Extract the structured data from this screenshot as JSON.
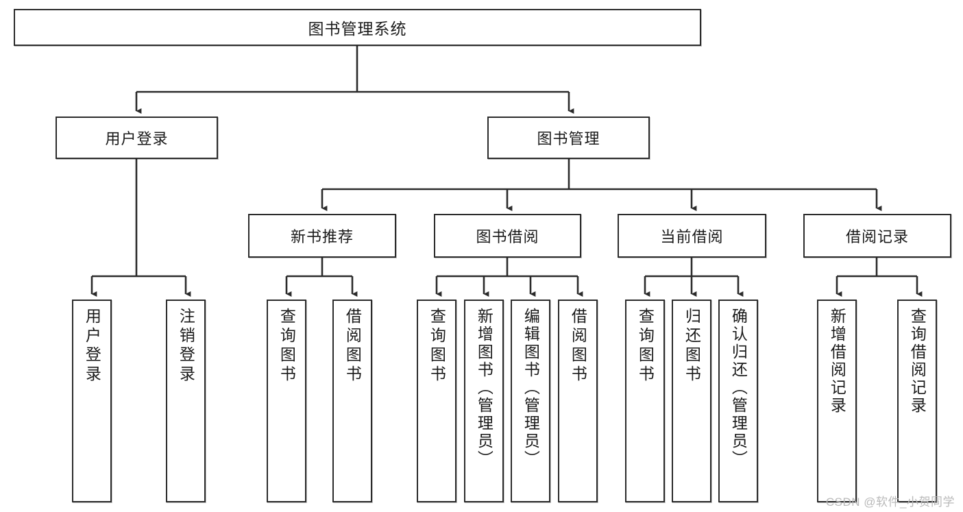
{
  "diagram": {
    "type": "tree",
    "title": "图书管理系统",
    "watermark": "CSDN @软件_小贺同学",
    "colors": {
      "background": "#ffffff",
      "node_border": "#2b2b2b",
      "node_fill": "#ffffff",
      "edge": "#2b2b2b",
      "text": "#1a1a1a",
      "watermark": "#b9b9b9"
    },
    "root": {
      "label": "图书管理系统"
    },
    "level2": [
      {
        "label": "用户登录"
      },
      {
        "label": "图书管理"
      }
    ],
    "level3": [
      {
        "label": "新书推荐"
      },
      {
        "label": "图书借阅"
      },
      {
        "label": "当前借阅"
      },
      {
        "label": "借阅记录"
      }
    ],
    "leaves": {
      "user_login": [
        {
          "label": "用户登录"
        },
        {
          "label": "注销登录"
        }
      ],
      "new_book_recommend": [
        {
          "label": "查询图书"
        },
        {
          "label": "借阅图书"
        }
      ],
      "book_borrow": [
        {
          "label": "查询图书"
        },
        {
          "label": "新增图书（管理员）"
        },
        {
          "label": "编辑图书（管理员）"
        },
        {
          "label": "借阅图书"
        }
      ],
      "current_borrow": [
        {
          "label": "查询图书"
        },
        {
          "label": "归还图书"
        },
        {
          "label": "确认归还（管理员）"
        }
      ],
      "borrow_record": [
        {
          "label": "新增借阅记录"
        },
        {
          "label": "查询借阅记录"
        }
      ]
    }
  }
}
